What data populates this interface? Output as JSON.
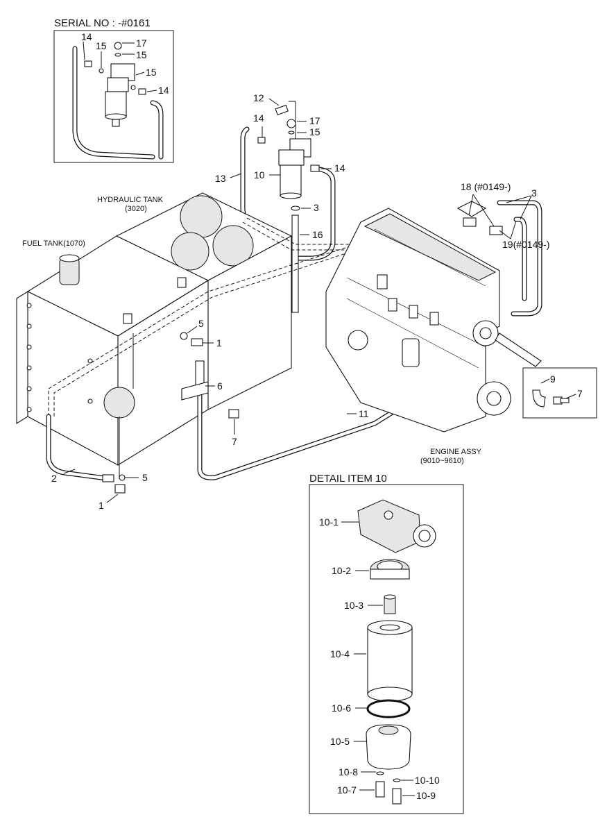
{
  "inset_serial": {
    "title": "SERIAL NO : -#0161",
    "callouts": [
      "14",
      "15",
      "17",
      "15",
      "15",
      "14"
    ]
  },
  "tank_labels": {
    "hydraulic_name": "HYDRAULIC TANK",
    "hydraulic_code": "(3020)",
    "fuel": "FUEL TANK(1070)"
  },
  "engine_labels": {
    "name": "ENGINE ASSY",
    "code": "(9010~9610)"
  },
  "main_callouts": {
    "c12": "12",
    "c14a": "14",
    "c17": "17",
    "c15": "15",
    "c13": "13",
    "c10": "10",
    "c14b": "14",
    "c3a": "3",
    "c16": "16",
    "c18": "18 (#0149-)",
    "c3b": "3",
    "c19": "19(#0149-)",
    "c5a": "5",
    "c1a": "1",
    "c6": "6",
    "c7a": "7",
    "c11": "11",
    "c2": "2",
    "c5b": "5",
    "c1b": "1",
    "c9": "9",
    "c7b": "7"
  },
  "detail": {
    "title": "DETAIL ITEM 10",
    "callouts": {
      "d1": "10-1",
      "d2": "10-2",
      "d3": "10-3",
      "d4": "10-4",
      "d6": "10-6",
      "d5": "10-5",
      "d8": "10-8",
      "d10": "10-10",
      "d7": "10-7",
      "d9": "10-9"
    }
  }
}
